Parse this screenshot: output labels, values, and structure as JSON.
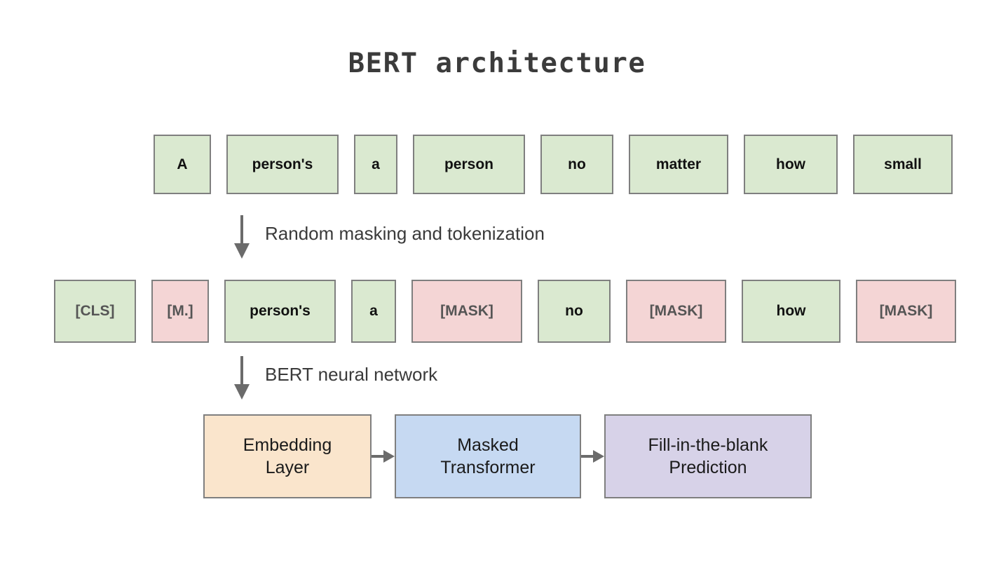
{
  "title": "BERT architecture",
  "rows": {
    "original": {
      "name": "original-sentence-tokens",
      "tokens": [
        {
          "text": "A",
          "type": "word",
          "color": "green",
          "width": 82
        },
        {
          "text": "person's",
          "type": "word",
          "color": "green",
          "width": 160
        },
        {
          "text": "a",
          "type": "word",
          "color": "green",
          "width": 62
        },
        {
          "text": "person",
          "type": "word",
          "color": "green",
          "width": 160
        },
        {
          "text": "no",
          "type": "word",
          "color": "green",
          "width": 104
        },
        {
          "text": "matter",
          "type": "word",
          "color": "green",
          "width": 142
        },
        {
          "text": "how",
          "type": "word",
          "color": "green",
          "width": 134
        },
        {
          "text": "small",
          "type": "word",
          "color": "green",
          "width": 142
        }
      ]
    },
    "masked": {
      "name": "masked-token-sequence",
      "tokens": [
        {
          "text": "[CLS]",
          "type": "special",
          "color": "green",
          "width": 117
        },
        {
          "text": "[M.]",
          "type": "special",
          "color": "pink",
          "width": 82
        },
        {
          "text": "person's",
          "type": "word",
          "color": "green",
          "width": 159
        },
        {
          "text": "a",
          "type": "word",
          "color": "green",
          "width": 64
        },
        {
          "text": "[MASK]",
          "type": "special",
          "color": "pink",
          "width": 158
        },
        {
          "text": "no",
          "type": "word",
          "color": "green",
          "width": 104
        },
        {
          "text": "[MASK]",
          "type": "special",
          "color": "pink",
          "width": 143
        },
        {
          "text": "how",
          "type": "word",
          "color": "green",
          "width": 141
        },
        {
          "text": "[MASK]",
          "type": "special",
          "color": "pink",
          "width": 143
        }
      ]
    }
  },
  "flows": [
    {
      "label": "Random masking and tokenization",
      "icon": "arrow-down-icon"
    },
    {
      "label": "BERT neural network",
      "icon": "arrow-down-icon"
    }
  ],
  "pipeline": {
    "stages": [
      {
        "label": "Embedding\nLayer",
        "color": "orange"
      },
      {
        "label": "Masked\nTransformer",
        "color": "blue"
      },
      {
        "label": "Fill-in-the-blank\nPrediction",
        "color": "purple"
      }
    ],
    "connector_icon": "arrow-right-icon"
  },
  "colors": {
    "green_fill": "#dae9d0",
    "pink_fill": "#f4d5d5",
    "orange_fill": "#fae5cc",
    "blue_fill": "#c6d9f2",
    "purple_fill": "#d7d2e8",
    "box_border": "#7f7f7f",
    "arrow": "#6b6b6b",
    "title_text": "#3b3b3b",
    "special_token_text": "#555555",
    "word_token_text": "#111111"
  }
}
